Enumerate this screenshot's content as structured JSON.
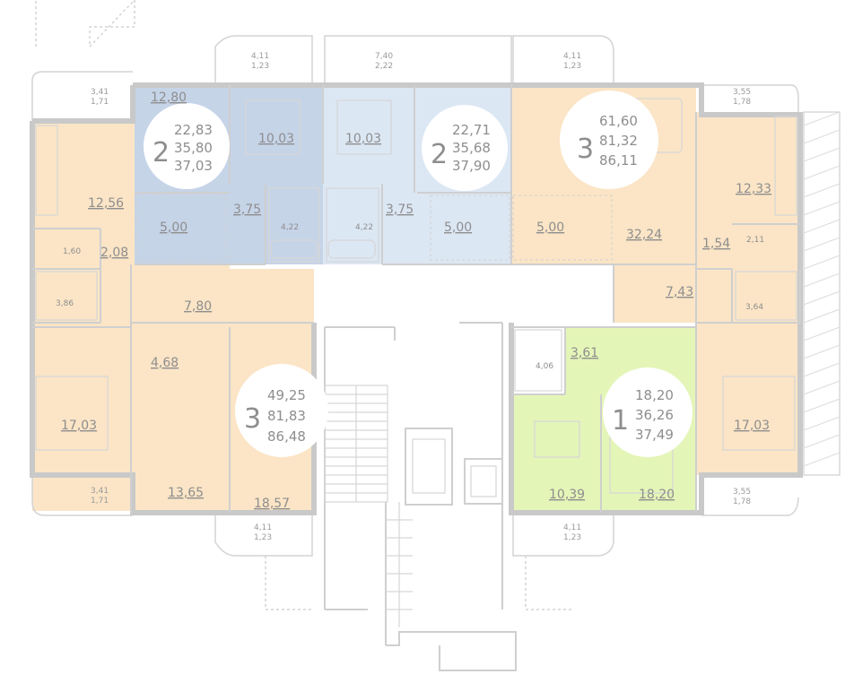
{
  "colors": {
    "orange": "#fbe5c6",
    "blue_dark": "#c6d4e8",
    "blue_light": "#dce7f4",
    "green": "#e4f5b8",
    "wall": "#c9c9c9",
    "text": "#8e8e8e"
  },
  "apartments": {
    "a2_left": {
      "num": "2",
      "a1": "22,83",
      "a2": "35,80",
      "a3": "37,03"
    },
    "a2_right": {
      "num": "2",
      "a1": "22,71",
      "a2": "35,68",
      "a3": "37,90"
    },
    "a3_top": {
      "num": "3",
      "a1": "61,60",
      "a2": "81,32",
      "a3": "86,11"
    },
    "a3_bottom": {
      "num": "3",
      "a1": "49,25",
      "a2": "81,83",
      "a3": "86,48"
    },
    "a1": {
      "num": "1",
      "a1": "18,20",
      "a2": "36,26",
      "a3": "37,49"
    }
  },
  "rooms": {
    "r1280": "12,80",
    "r1003a": "10,03",
    "r1003b": "10,03",
    "r1256": "12,56",
    "r500a": "5,00",
    "r375a": "3,75",
    "r375b": "3,75",
    "r500b": "5,00",
    "r500c": "5,00",
    "r3224": "32,24",
    "r1233": "12,33",
    "r208": "2,08",
    "r154": "1,54",
    "r780": "7,80",
    "r743": "7,43",
    "r468": "4,68",
    "r361": "3,61",
    "r1703a": "17,03",
    "r1703b": "17,03",
    "r1365": "13,65",
    "r1857": "18,57",
    "r1039": "10,39",
    "r1820": "18,20"
  },
  "small_rooms": {
    "s422a": "4,22",
    "s422b": "4,22",
    "s160": "1,60",
    "s386": "3,86",
    "s211": "2,11",
    "s364": "3,64",
    "s406": "4,06"
  },
  "balconies": {
    "b_top_left": [
      "4,11",
      "1,23"
    ],
    "b_top_mid": [
      "7,40",
      "2,22"
    ],
    "b_top_right": [
      "4,11",
      "1,23"
    ],
    "b_left_top": [
      "3,41",
      "1,71"
    ],
    "b_right_top": [
      "3,55",
      "1,78"
    ],
    "b_left_bottom": [
      "3,41",
      "1,71"
    ],
    "b_bottom_left": [
      "4,11",
      "1,23"
    ],
    "b_bottom_right": [
      "4,11",
      "1,23"
    ],
    "b_right_bottom": [
      "3,55",
      "1,78"
    ]
  }
}
